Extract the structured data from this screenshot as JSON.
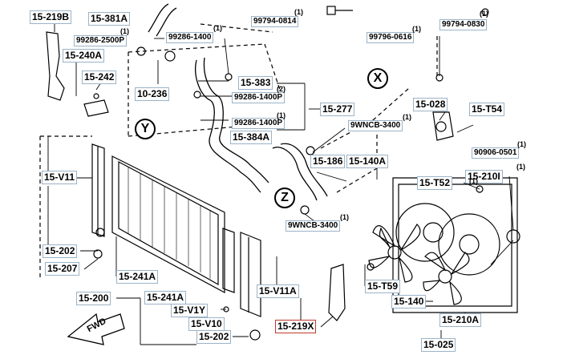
{
  "callouts": {
    "c1": "15-219B",
    "c2": "15-381A",
    "c3": "99794-0814",
    "c4": "99794-0830",
    "c5": "99286-2500P",
    "c6": "99286-1400",
    "c7": "99796-0616",
    "c8": "15-240A",
    "c9": "15-242",
    "c10": "10-236",
    "c11": "15-383",
    "c12": "99286-1400P",
    "c13": "15-277",
    "c14": "15-028",
    "c15": "15-T54",
    "c16": "99286-1400P",
    "c17": "9WNCB-3400",
    "c18": "15-384A",
    "c19": "90906-0501",
    "c20": "15-186",
    "c21": "15-140A",
    "c22": "15-V11",
    "c23": "15-T52",
    "c24": "15-210I",
    "c25": "9WNCB-3400",
    "c26": "15-202",
    "c27": "15-207",
    "c28": "15-241A",
    "c29": "15-V11A",
    "c30": "15-T59",
    "c31": "15-200",
    "c32": "15-241A",
    "c33": "15-140",
    "c34": "15-V1Y",
    "c35": "15-V10",
    "c36": "15-219X",
    "c37": "15-210A",
    "c38": "15-202",
    "c39": "15-025"
  },
  "quantities": {
    "q1": "(1)",
    "q2": "(1)",
    "q3": "(1)",
    "q4": "(1)",
    "q5": "(1)",
    "q6": "(2)",
    "q7": "(1)",
    "q8": "(1)",
    "q9": "(1)",
    "q10": "(1)",
    "q11": "(1)",
    "q12": "(1)"
  },
  "view_markers": {
    "x": "X",
    "y": "Y",
    "z": "Z"
  },
  "direction_arrow": "FWD",
  "colors": {
    "label_border": "#9bb3c7",
    "selected_border": "#c0392b"
  }
}
